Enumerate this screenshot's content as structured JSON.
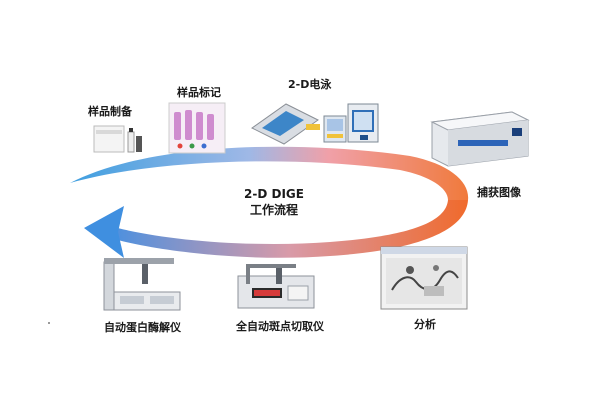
{
  "center": {
    "line1": "2-D DIGE",
    "line2": "工作流程"
  },
  "steps": {
    "sample_prep": "样品制备",
    "sample_label": "样品标记",
    "electrophoresis": "2-D电泳",
    "image_capture": "捕获图像",
    "analysis": "分析",
    "spot_picker": "全自动斑点切取仪",
    "digester": "自动蛋白酶解仪"
  },
  "colors": {
    "arc_start": "#3f9fe0",
    "arc_end": "#f07a3c"
  }
}
